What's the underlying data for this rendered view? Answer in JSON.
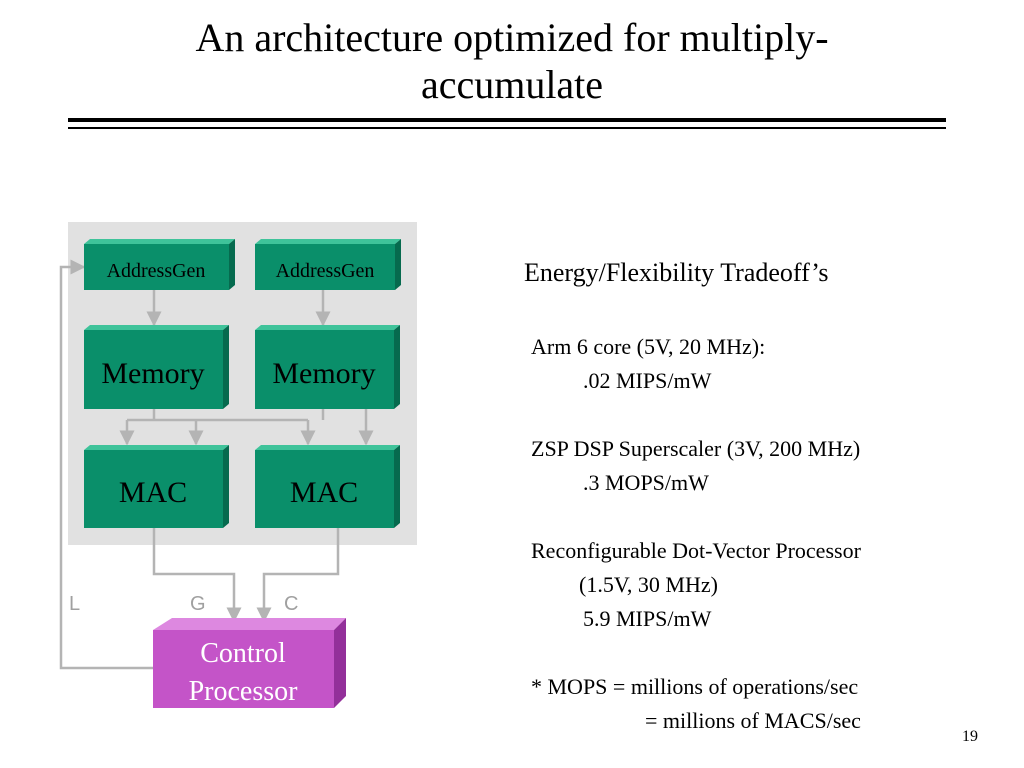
{
  "slide": {
    "title": "An architecture optimized for multiply-accumulate",
    "title_lines": [
      "An architecture optimized for multiply-",
      "accumulate"
    ],
    "page_number": "19"
  },
  "diagram": {
    "blocks": {
      "addressgen_left": "AddressGen",
      "addressgen_right": "AddressGen",
      "memory_left": "Memory",
      "memory_right": "Memory",
      "mac_left": "MAC",
      "mac_right": "MAC",
      "control_processor_line1": "Control",
      "control_processor_line2": "Processor"
    },
    "bus_labels": {
      "l": "L",
      "g": "G",
      "c": "C"
    },
    "colors": {
      "block_fill": "#0a8f6a",
      "block_top": "#3fc39a",
      "block_side": "#066a4e",
      "control_fill": "#c454c8",
      "control_top": "#dd88e0",
      "control_side": "#93309a",
      "panel_bg": "#e1e1e1",
      "connector": "#b4b4b4"
    }
  },
  "tradeoff_heading": "Energy/Flexibility  Tradeoff’s",
  "notes": {
    "arm_line": "Arm 6 core (5V, 20 MHz):",
    "arm_value": ".02 MIPS/mW",
    "zsp_line": "ZSP DSP Superscaler (3V, 200 MHz)",
    "zsp_value": ".3 MOPS/mW",
    "rdvp_line": "Reconfigurable Dot-Vector Processor",
    "rdvp_params": "(1.5V, 30 MHz)",
    "rdvp_value": "5.9 MIPS/mW",
    "mops_def_line1": "* MOPS = millions of operations/sec",
    "mops_def_line2": "= millions of MACS/sec"
  }
}
